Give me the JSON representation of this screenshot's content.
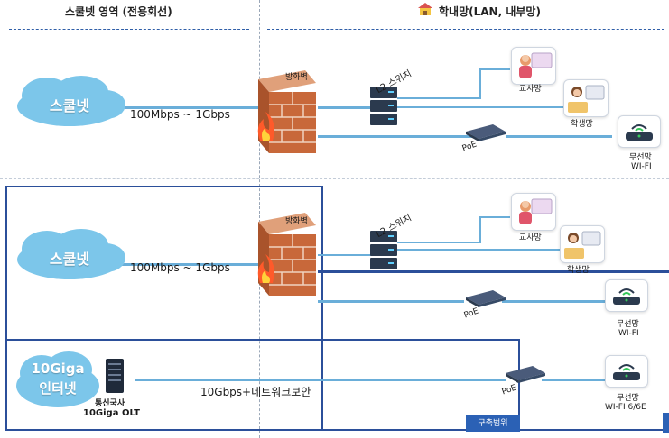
{
  "headers": {
    "left": "스쿨넷 영역 (전용회선)",
    "right": "학내망(LAN, 내부망)"
  },
  "top_section": {
    "cloud_label": "스쿨넷",
    "link_label": "100Mbps ~ 1Gbps",
    "firewall_label": "방화벽",
    "switch_label": "L2 스위치",
    "poe_label": "PoE",
    "teacher_label": "교사망",
    "student_label": "학생망",
    "wireless_label": "무선망",
    "wifi_label": "WI-FI"
  },
  "bottom_section": {
    "cloud_label": "스쿨넷",
    "link_label": "100Mbps ~ 1Gbps",
    "firewall_label": "방화벽",
    "switch_label": "L2 스위치",
    "poe_label_1": "PoE",
    "teacher_label": "교사망",
    "student_label": "학생망",
    "wireless_label_1": "무선망",
    "wifi_label_1": "WI-FI",
    "giga_cloud_line1": "10Giga",
    "giga_cloud_line2": "인터넷",
    "olt_line1": "통신국사",
    "olt_line2": "10Giga OLT",
    "giga_link_label": "10Gbps+네트워크보안",
    "poe_label_2": "PoE",
    "wireless_label_2": "무선망",
    "wifi_label_2": "WI-FI 6/6E",
    "scope_badge": "구축범위"
  },
  "colors": {
    "cloud": "#7cc6ea",
    "firewall": "#c8683a",
    "frame": "#2b4f9a",
    "link": "#6aaed9",
    "badge": "#2b61b5"
  }
}
